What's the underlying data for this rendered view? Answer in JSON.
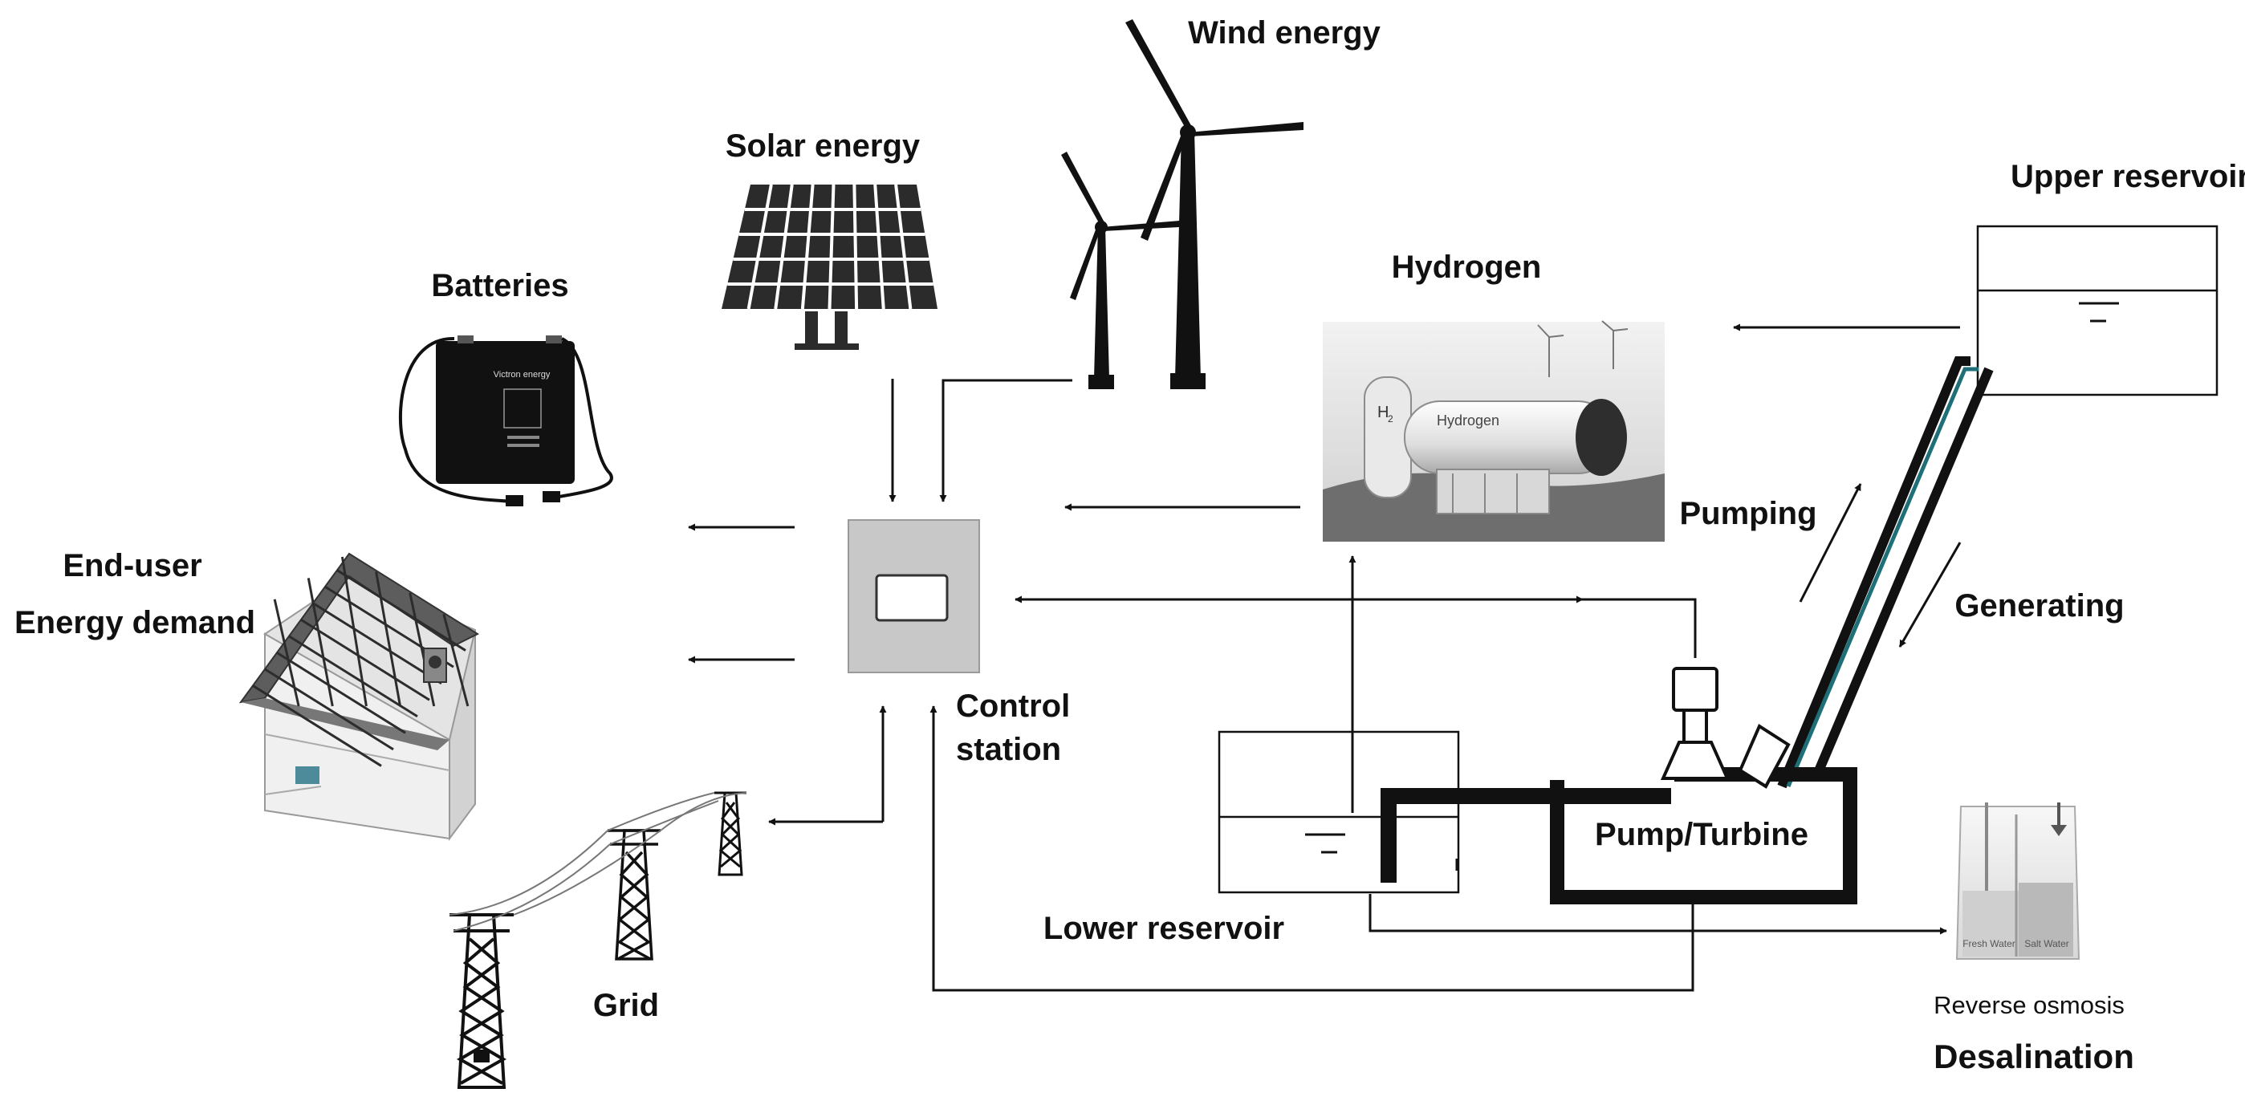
{
  "labels": {
    "wind": "Wind energy",
    "solar": "Solar energy",
    "batteries": "Batteries",
    "end_user_line1": "End-user",
    "end_user_line2": "Energy demand",
    "hydrogen": "Hydrogen",
    "upper_reservoir": "Upper reservoir",
    "pumping": "Pumping",
    "generating": "Generating",
    "control_line1": "Control",
    "control_line2": "station",
    "pump_turbine": "Pump/Turbine",
    "lower_reservoir": "Lower reservoir",
    "grid": "Grid",
    "reverse_osmosis": "Reverse osmosis",
    "desalination": "Desalination",
    "battery_brand": "Victron energy",
    "hydrogen_tank_text": "Hydrogen",
    "h2_symbol": "H",
    "h2_sub": "2",
    "fresh_water": "Fresh Water",
    "salt_water": "Salt Water"
  },
  "colors": {
    "line": "#111111",
    "penstock_accent": "#1f6f78",
    "panel": "#2b2b2b",
    "control_box": "#c8c8c8"
  }
}
